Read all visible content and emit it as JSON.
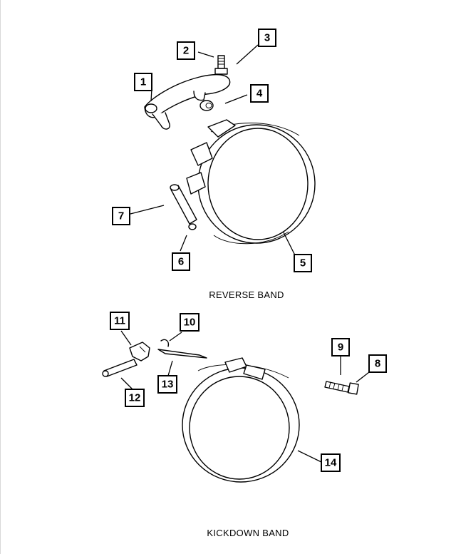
{
  "callouts": [
    {
      "id": "1",
      "label": "1"
    },
    {
      "id": "2",
      "label": "2"
    },
    {
      "id": "3",
      "label": "3"
    },
    {
      "id": "4",
      "label": "4"
    },
    {
      "id": "5",
      "label": "5"
    },
    {
      "id": "6",
      "label": "6"
    },
    {
      "id": "7",
      "label": "7"
    },
    {
      "id": "8",
      "label": "8"
    },
    {
      "id": "9",
      "label": "9"
    },
    {
      "id": "10",
      "label": "10"
    },
    {
      "id": "11",
      "label": "11"
    },
    {
      "id": "12",
      "label": "12"
    },
    {
      "id": "13",
      "label": "13"
    },
    {
      "id": "14",
      "label": "14"
    }
  ],
  "captions": {
    "reverse_band": "REVERSE BAND",
    "kickdown_band": "KICKDOWN BAND"
  }
}
